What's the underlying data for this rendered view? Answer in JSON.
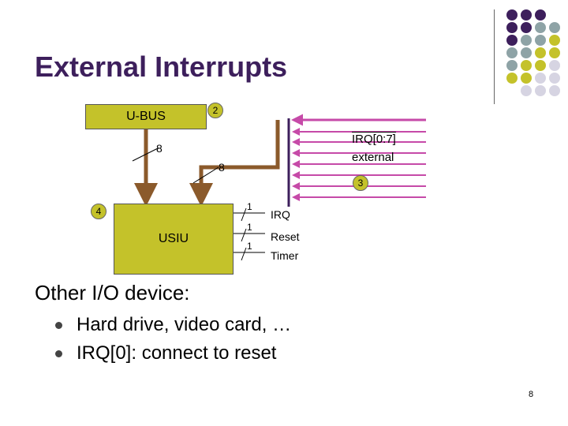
{
  "slide": {
    "title": "External Interrupts",
    "page_number": "8"
  },
  "diagram": {
    "ubus_label": "U-BUS",
    "usiu_label": "USIU",
    "badge_2": "2",
    "badge_3": "3",
    "badge_4": "4",
    "bus_width_left": "8",
    "bus_width_right": "8",
    "irq_line_label": "IRQ[0:7]",
    "irq_line_sub": "external",
    "outputs": [
      {
        "width": "1",
        "label": "IRQ"
      },
      {
        "width": "1",
        "label": "Reset"
      },
      {
        "width": "1",
        "label": "Timer"
      }
    ]
  },
  "content": {
    "heading": "Other I/O device:",
    "bullets": [
      "Hard drive, video card, …",
      "IRQ[0]: connect to reset"
    ]
  },
  "colors": {
    "purple": "#3d1f5c",
    "olive": "#c4c22a",
    "teal": "#8ea3a6",
    "lavender": "#d6d4e2",
    "arrow_brown": "#8b5a2b",
    "arrow_magenta": "#c64aa8"
  }
}
